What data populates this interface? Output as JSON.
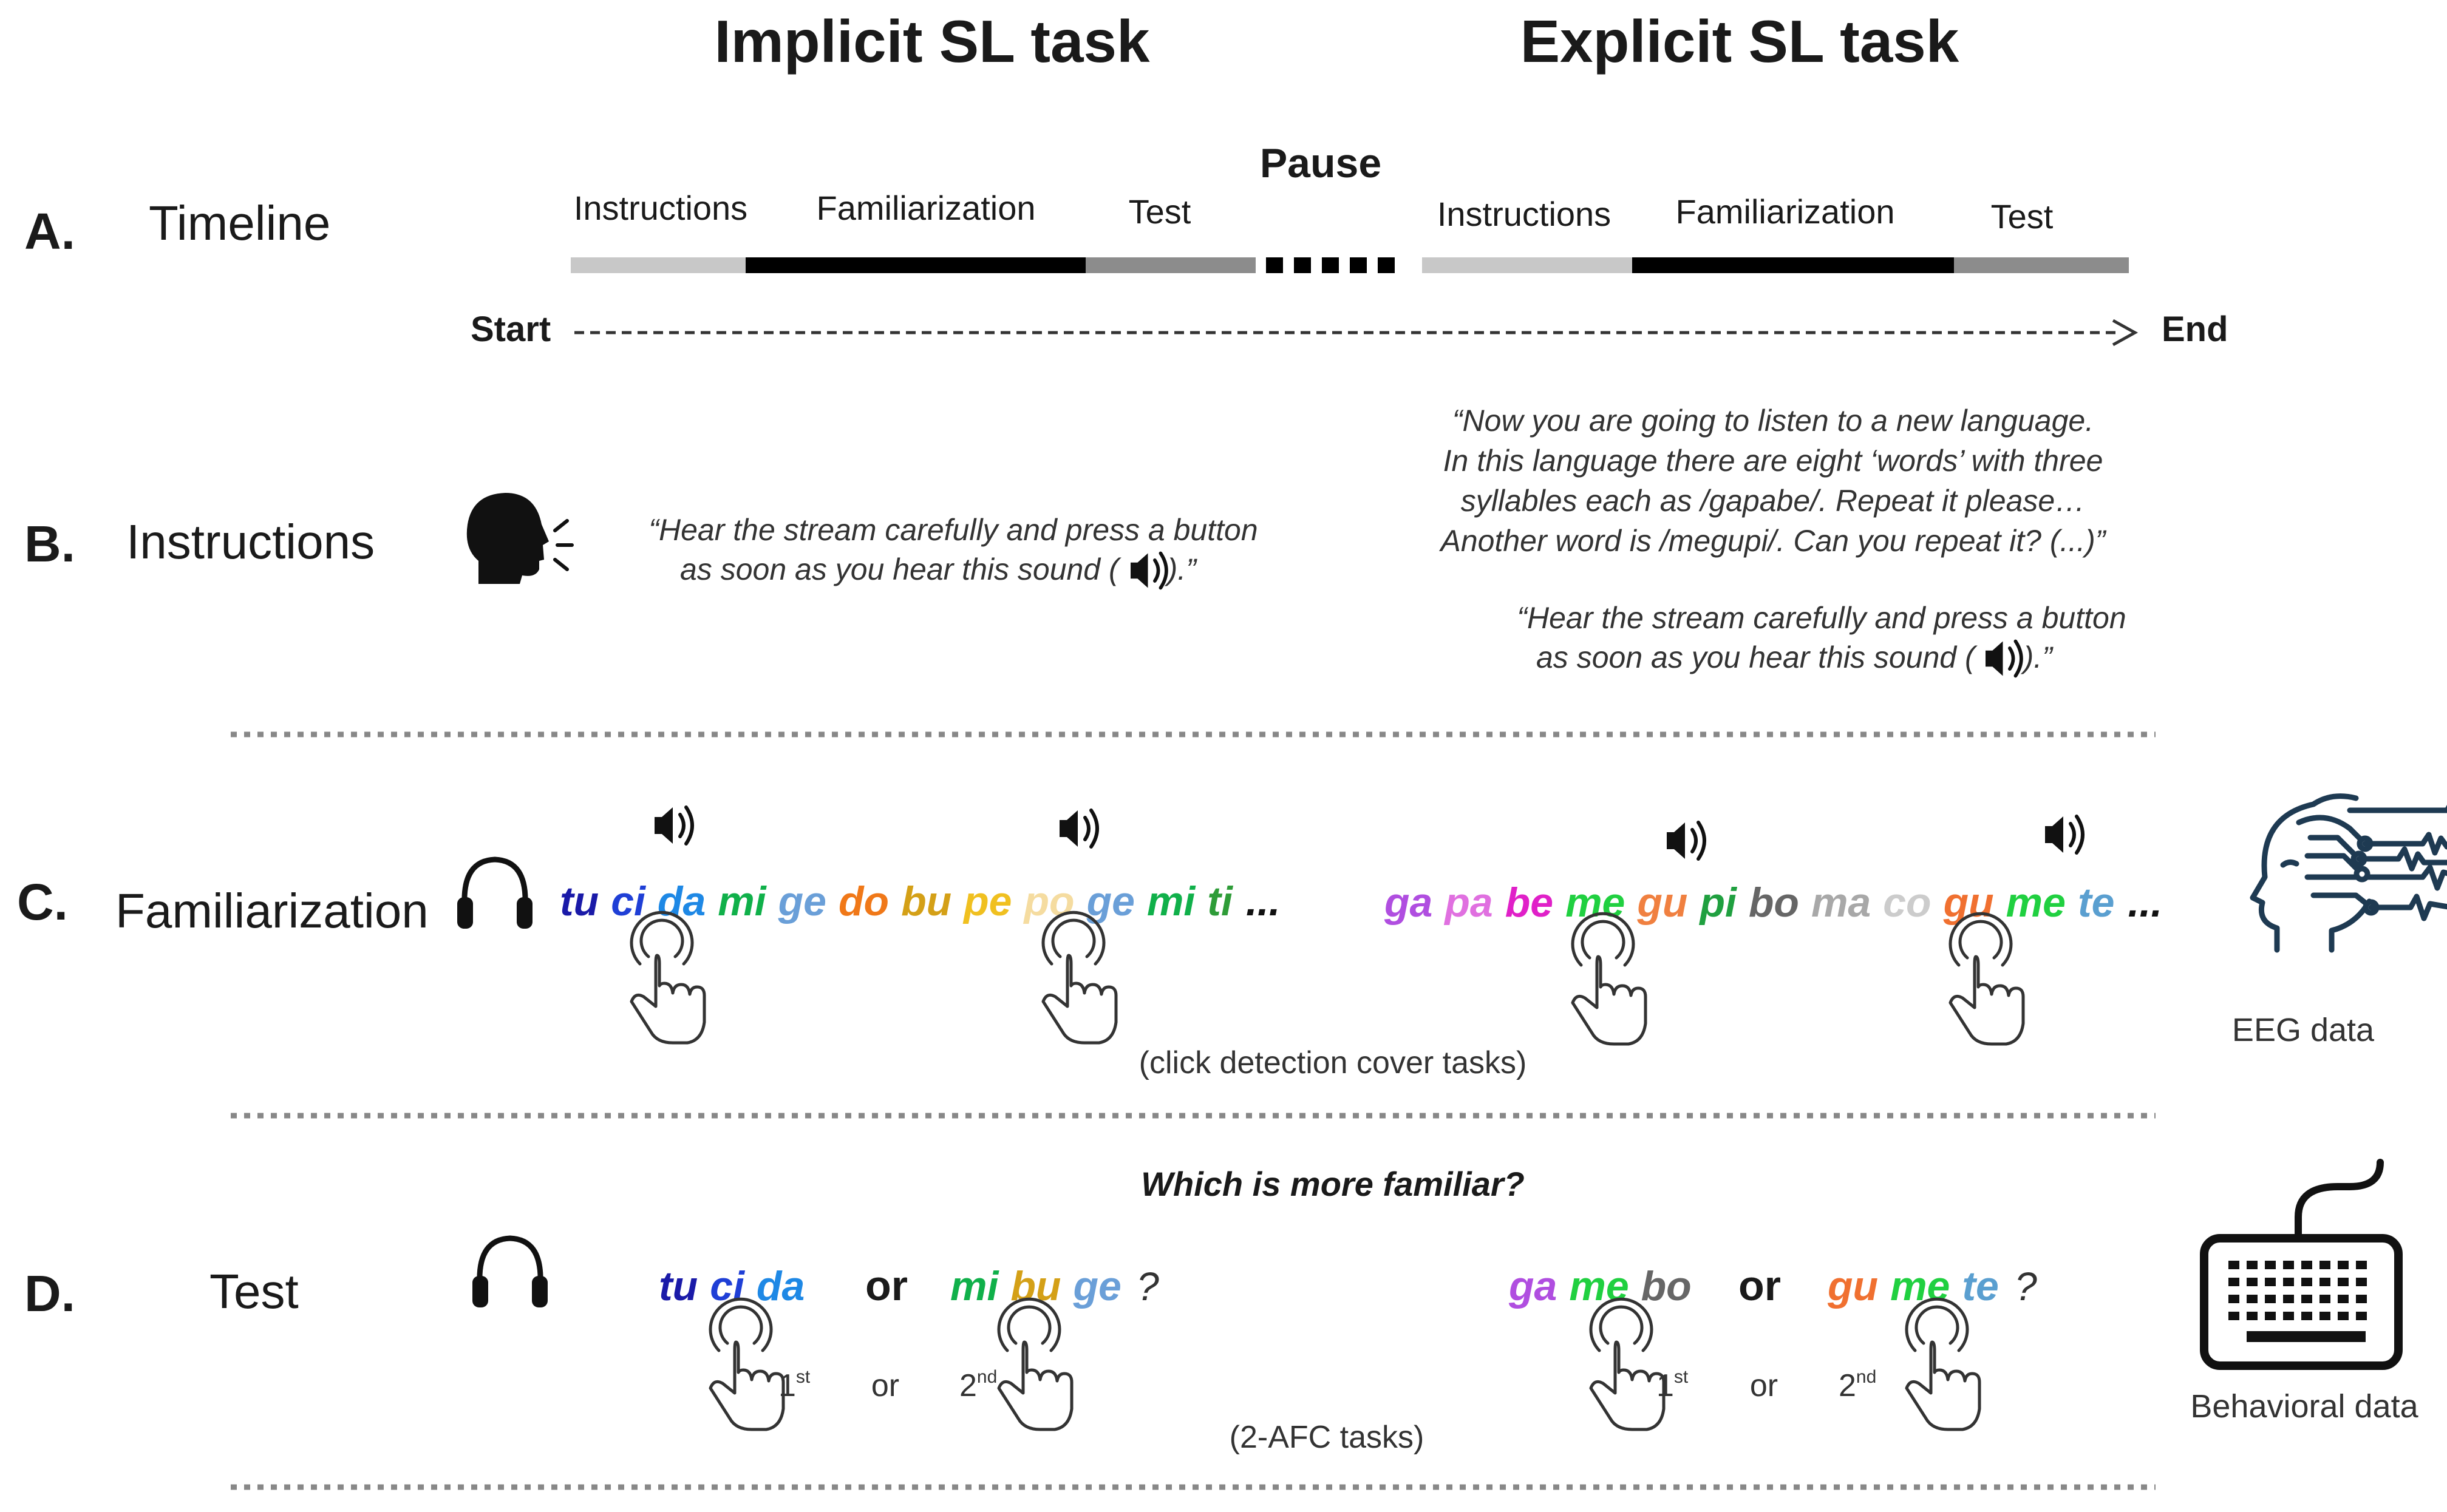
{
  "titles": {
    "implicit": "Implicit SL task",
    "explicit": "Explicit SL task"
  },
  "rows": {
    "a": {
      "letter": "A.",
      "label": "Timeline"
    },
    "b": {
      "letter": "B.",
      "label": "Instructions"
    },
    "c": {
      "letter": "C.",
      "label": "Familiarization"
    },
    "d": {
      "letter": "D.",
      "label": "Test"
    }
  },
  "timeline": {
    "implicit_phases": [
      "Instructions",
      "Familiarization",
      "Test"
    ],
    "explicit_phases": [
      "Instructions",
      "Familiarization",
      "Test"
    ],
    "pause": "Pause",
    "start": "Start",
    "end": "End",
    "colors": {
      "instructions": "#c8c8c8",
      "familiarization": "#000000",
      "test": "#8c8c8c"
    }
  },
  "instructions": {
    "implicit_lines": [
      "“Hear the stream carefully and press a button",
      "as soon as you hear this sound ("
    ],
    "implicit_tail": ").”",
    "explicit_lines": [
      "“Now you are going to listen to a new language.",
      "In this language there are eight ‘words’ with three",
      "syllables each as /gapabe/. Repeat it please…",
      "Another word is /megupi/. Can you repeat it? (...)”",
      "“Hear the stream carefully and press a button",
      "as soon as you hear this sound ("
    ],
    "explicit_tail": ").”"
  },
  "familiarization": {
    "implicit_syllables": [
      {
        "text": "tu",
        "color": "#1a1aa8"
      },
      {
        "text": "ci",
        "color": "#1f3fd6"
      },
      {
        "text": "da",
        "color": "#1e88e5"
      },
      {
        "text": "mi",
        "color": "#10b04a"
      },
      {
        "text": "ge",
        "color": "#6a9fd8"
      },
      {
        "text": "do",
        "color": "#f07818"
      },
      {
        "text": "bu",
        "color": "#d4a017"
      },
      {
        "text": "pe",
        "color": "#f0c020"
      },
      {
        "text": "po",
        "color": "#f5dca0"
      },
      {
        "text": "ge",
        "color": "#6a9fd8"
      },
      {
        "text": "mi",
        "color": "#10b04a"
      },
      {
        "text": "ti",
        "color": "#2e9c38"
      }
    ],
    "explicit_syllables": [
      {
        "text": "ga",
        "color": "#b04ee0"
      },
      {
        "text": "pa",
        "color": "#e070e0"
      },
      {
        "text": "be",
        "color": "#e020c8"
      },
      {
        "text": "me",
        "color": "#20d040"
      },
      {
        "text": "gu",
        "color": "#f08040"
      },
      {
        "text": "pi",
        "color": "#20a040"
      },
      {
        "text": "bo",
        "color": "#666666"
      },
      {
        "text": "ma",
        "color": "#a8a8a8"
      },
      {
        "text": "co",
        "color": "#cccccc"
      },
      {
        "text": "gu",
        "color": "#f07030"
      },
      {
        "text": "me",
        "color": "#20d040"
      },
      {
        "text": "te",
        "color": "#5a9fd0"
      }
    ],
    "ellipsis": "...",
    "caption": "(click detection cover tasks)",
    "data_label": "EEG data"
  },
  "test": {
    "question": "Which is more familiar?",
    "implicit_word1": [
      {
        "text": "tu",
        "color": "#1a1aa8"
      },
      {
        "text": "ci",
        "color": "#1f3fd6"
      },
      {
        "text": "da",
        "color": "#1e88e5"
      }
    ],
    "implicit_word2": [
      {
        "text": "mi",
        "color": "#10b04a"
      },
      {
        "text": "bu",
        "color": "#d4a017"
      },
      {
        "text": "ge",
        "color": "#6a9fd8"
      }
    ],
    "explicit_word1": [
      {
        "text": "ga",
        "color": "#b04ee0"
      },
      {
        "text": "me",
        "color": "#20d040"
      },
      {
        "text": "bo",
        "color": "#666666"
      }
    ],
    "explicit_word2": [
      {
        "text": "gu",
        "color": "#f07030"
      },
      {
        "text": "me",
        "color": "#20d040"
      },
      {
        "text": "te",
        "color": "#5a9fd0"
      }
    ],
    "or": "or",
    "qmark": "?",
    "first": "1",
    "first_sup": "st",
    "second": "2",
    "second_sup": "nd",
    "caption": "(2-AFC tasks)",
    "data_label": "Behavioral  data"
  }
}
